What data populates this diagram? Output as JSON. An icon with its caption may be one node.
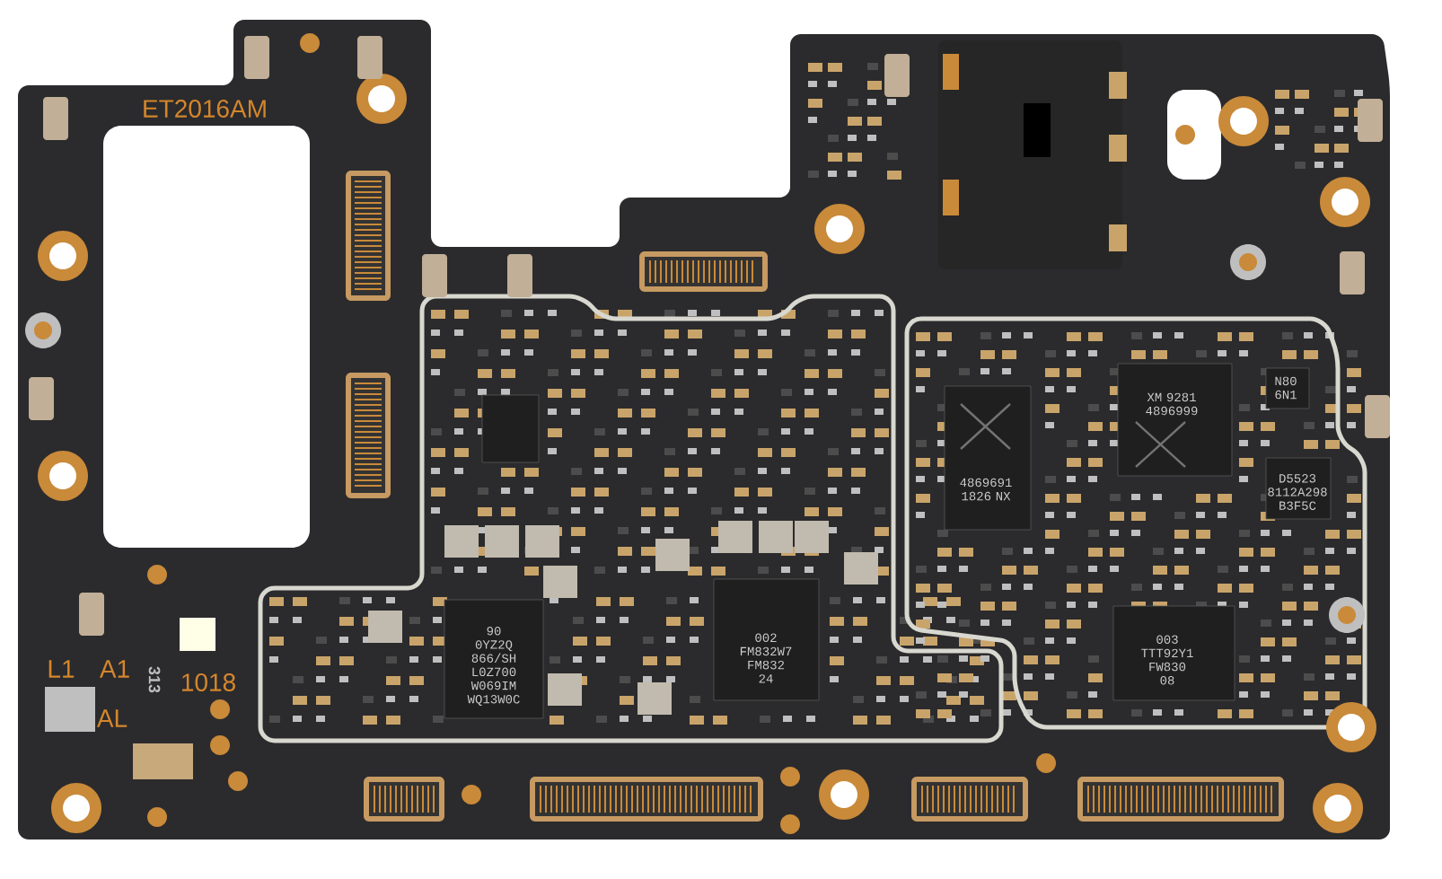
{
  "diagram": {
    "labels": [
      "ET2016AM",
      "90 0YZ2Q 866/SH L0Z700 W069IM WQ13W0C",
      "002 FM832W7 FM832 24",
      "4869691 1826 NX",
      "XM 9281 4896999",
      "N80 6N1",
      "D5523 8112A298 B3F5C",
      "003 TTT92Y1 FW830 08",
      "L1",
      "A1",
      "313",
      "1018",
      "AL"
    ]
  }
}
